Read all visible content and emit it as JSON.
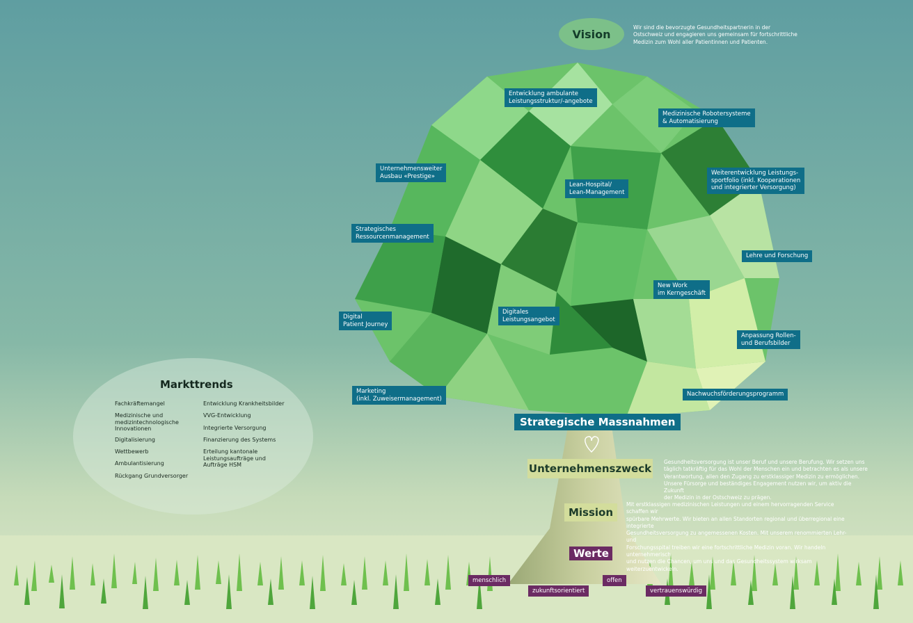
{
  "vision": {
    "label": "Vision",
    "text": "Wir sind die bevorzugte Gesundheitspartnerin in der\nOstschweiz und engagieren uns gemeinsam für fortschrittliche\nMedizin zum Wohl aller Patientinnen und Patienten."
  },
  "measures": [
    "Entwicklung ambulante\nLeistungsstruktur/-angebote",
    "Medizinische Robotersysteme\n& Automatisierung",
    "Unternehmensweiter\nAusbau «Prestige»",
    "Lean-Hospital/\nLean-Management",
    "Weiterentwicklung Leistungs-\nsportfolio (inkl. Kooperationen\nund integrierter Versorgung)",
    "Strategisches\nRessourcenmanagement",
    "Lehre und Forschung",
    "New Work\nim Kerngeschäft",
    "Digital\nPatient Journey",
    "Digitales\nLeistungsangebot",
    "Anpassung Rollen-\nund Berufsbilder",
    "Marketing\n(inkl. Zuweisermanagement)",
    "Nachwuchsförderungsprogramm"
  ],
  "strategic_title": "Strategische Massnahmen",
  "purpose": {
    "label": "Unternehmenszweck",
    "text": "Gesundheitsversorgung ist unser Beruf und unsere Berufung. Wir setzen uns\ntäglich tatkräftig für das Wohl der Menschen ein und betrachten es als unsere\nVerantwortung, allen den Zugang zu erstklassiger Medizin zu ermöglichen.\nUnsere Fürsorge und beständiges Engagement nutzen wir, um aktiv die Zukunft\nder Medizin in der Ostschweiz zu prägen."
  },
  "mission": {
    "label": "Mission",
    "text": "Mit erstklassigen medizinischen Leistungen und einem hervorragenden Service schaffen wir\nspürbare Mehrwerte. Wir bieten an allen Standorten regional und überregional eine integrierte\nGesundheitsversorgung zu angemessenen Kosten. Mit unserem renommierten Lehr- und\nForschungsspital treiben wir eine fortschrittliche Medizin voran. Wir handeln unternehmerisch\nund nutzen die Chancen, um uns und das Gesundheitssystem wirksam weiterzuentwickeln."
  },
  "values": {
    "label": "Werte",
    "items": [
      "menschlich",
      "zukunftsorientiert",
      "offen",
      "vertrauenswürdig"
    ]
  },
  "market_trends": {
    "title": "Markttrends",
    "left": [
      "Fachkräftemangel",
      "Medizinische und\nmedizintechnologische\nInnovationen",
      "Digitalisierung",
      "Wettbewerb",
      "Ambulantisierung",
      "Rückgang  Grundversorger"
    ],
    "right": [
      "Entwicklung Krankheitsbilder",
      "VVG-Entwicklung",
      "Integrierte Versorgung",
      "Finanzierung des Systems",
      "Erteilung kantonale\nLeistungsaufträge und\nAufträge HSM"
    ]
  },
  "colors": {
    "measure_box": "#0f6e88",
    "values_box": "#6b2b63",
    "olive_box": "#d3dd9c",
    "vision_ellipse": "#7cc089"
  }
}
